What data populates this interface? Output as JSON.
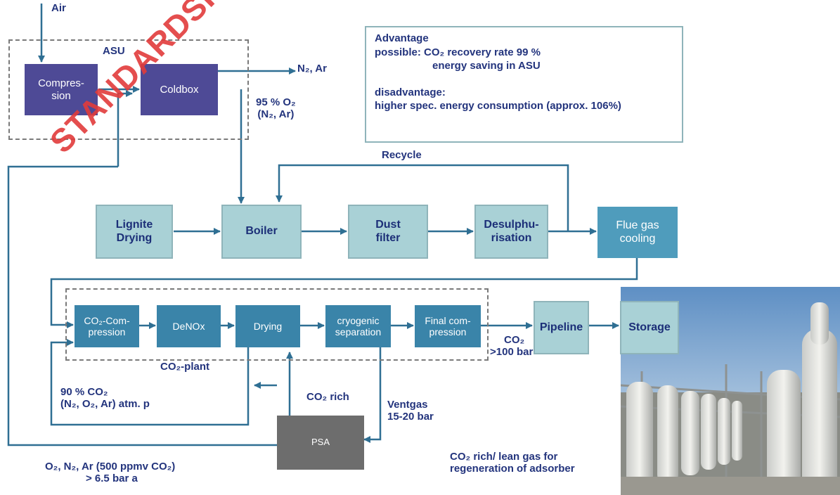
{
  "labels": {
    "air": "Air",
    "asu": "ASU",
    "n2_ar_out": "N₂, Ar",
    "o2_95_line1": "95 % O₂",
    "o2_95_line2": "(N₂, Ar)",
    "recycle": "Recycle",
    "co2_out_line1": "CO₂",
    "co2_out_line2": ">100 bar",
    "co2_plant": "CO₂-plant",
    "co2_90_line1": "90 % CO₂",
    "co2_90_line2": "(N₂, O₂, Ar) atm. p",
    "co2_rich": "CO₂ rich",
    "ventgas_line1": "Ventgas",
    "ventgas_line2": "15-20 bar",
    "o2_n2_ar_line1": "O₂, N₂, Ar (500 ppmv CO₂)",
    "o2_n2_ar_line2": "> 6.5 bar a",
    "regen_line1": "CO₂ rich/  lean gas for",
    "regen_line2": "regeneration of adsorber"
  },
  "boxes": {
    "compression": "Compres-\nsion",
    "coldbox": "Coldbox",
    "lignite_drying": "Lignite\nDrying",
    "boiler": "Boiler",
    "dust_filter": "Dust\nfilter",
    "desulphurisation": "Desulphu-\nrisation",
    "flue_gas_cooling": "Flue gas\ncooling",
    "co2_compression": "CO₂-Com-\npression",
    "denox": "DeNOx",
    "drying": "Drying",
    "cryogenic_separation": "cryogenic\nseparation",
    "final_compression": "Final com-\npression",
    "pipeline": "Pipeline",
    "storage": "Storage",
    "psa": "PSA"
  },
  "advantage_box": {
    "line1": "Advantage",
    "line2": "possible: CO₂ recovery rate 99 %",
    "line3": "energy saving in ASU",
    "line4": "disadvantage:",
    "line5": "higher spec. energy consumption (approx. 106%)"
  },
  "watermark": "STANDARDSISO.COM : Cli",
  "colors": {
    "purple_box": "#4e4a96",
    "light_box": "#a9d1d6",
    "blue_box": "#3a84a9",
    "gray_box": "#6d6d6d",
    "line": "#2f6f93",
    "label_text": "#23347d",
    "watermark": "#e23b3b"
  },
  "photo": {
    "icon": "industrial-plant-photo"
  }
}
